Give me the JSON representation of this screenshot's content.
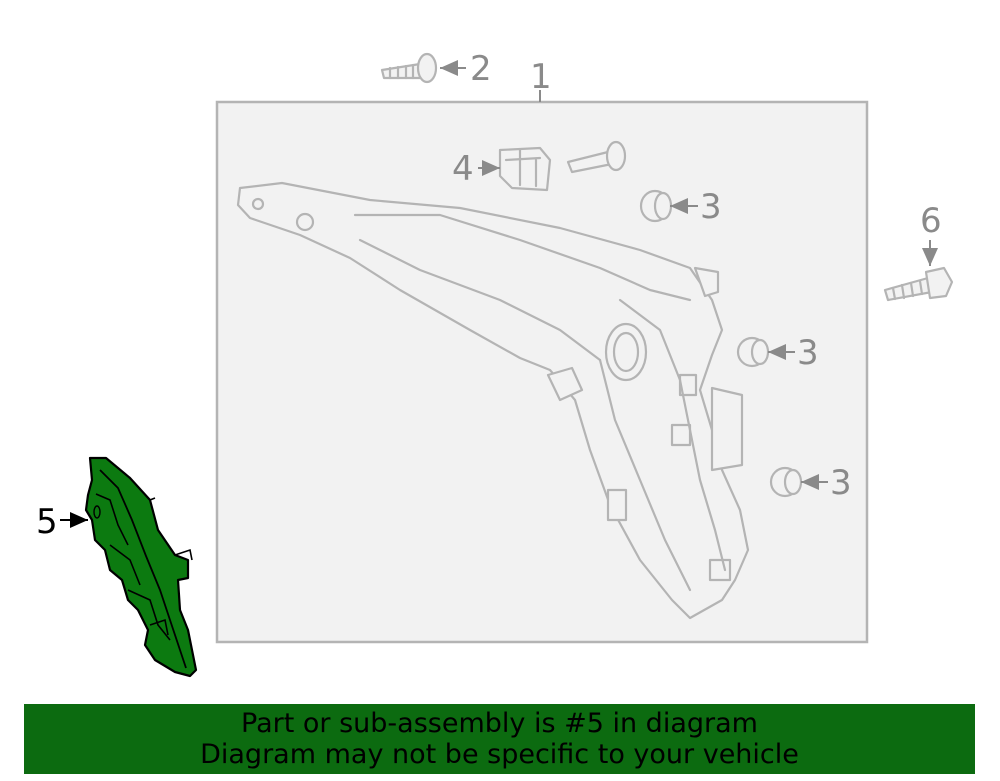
{
  "callouts": {
    "c1": "1",
    "c2": "2",
    "c3a": "3",
    "c3b": "3",
    "c3c": "3",
    "c4": "4",
    "c5": "5",
    "c6": "6"
  },
  "highlighted_part": "5",
  "colors": {
    "highlight_fill": "#0c7a10",
    "banner_bg": "#0c6b10",
    "line_gray": "#b4b4b4",
    "callout_gray": "#8a8a8a",
    "panel_bg": "#f2f2f2"
  },
  "banner": {
    "line1": "Part or sub-assembly is #5 in diagram",
    "line2": "Diagram may not be specific to your vehicle"
  }
}
